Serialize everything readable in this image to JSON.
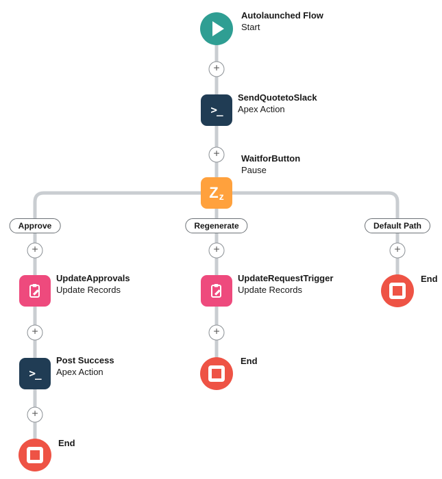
{
  "app": {
    "name": "Flow Builder Canvas"
  },
  "icons": {
    "plus": "+",
    "apex": ">_",
    "pause_big": "Z",
    "pause_small": "z",
    "play": "play-icon",
    "end": "end-square-icon",
    "record_update": "clipboard-pencil-icon"
  },
  "colors": {
    "start_teal": "#2f9e93",
    "apex_navy": "#203c54",
    "pause_orange": "#ffa13d",
    "update_pink": "#ee4a7d",
    "end_red": "#ee5345",
    "connector_gray": "#c9cdd1",
    "text": "#181818"
  },
  "nodes": [
    {
      "id": "start",
      "title": "Autolaunched Flow",
      "subtitle": "Start",
      "type": "start"
    },
    {
      "id": "send-quote-to-slack",
      "title": "SendQuotetoSlack",
      "subtitle": "Apex Action",
      "type": "apex-action"
    },
    {
      "id": "wait-for-button",
      "title": "WaitforButton",
      "subtitle": "Pause",
      "type": "pause"
    },
    {
      "id": "update-approvals",
      "title": "UpdateApprovals",
      "subtitle": "Update Records",
      "type": "update-records"
    },
    {
      "id": "post-success",
      "title": "Post Success",
      "subtitle": "Apex Action",
      "type": "apex-action"
    },
    {
      "id": "update-request-trigger",
      "title": "UpdateRequestTrigger",
      "subtitle": "Update Records",
      "type": "update-records"
    },
    {
      "id": "end-left",
      "title": "End",
      "type": "end"
    },
    {
      "id": "end-center",
      "title": "End",
      "type": "end"
    },
    {
      "id": "end-right",
      "title": "End",
      "type": "end"
    }
  ],
  "branches": [
    {
      "label": "Approve"
    },
    {
      "label": "Regenerate"
    },
    {
      "label": "Default Path"
    }
  ]
}
